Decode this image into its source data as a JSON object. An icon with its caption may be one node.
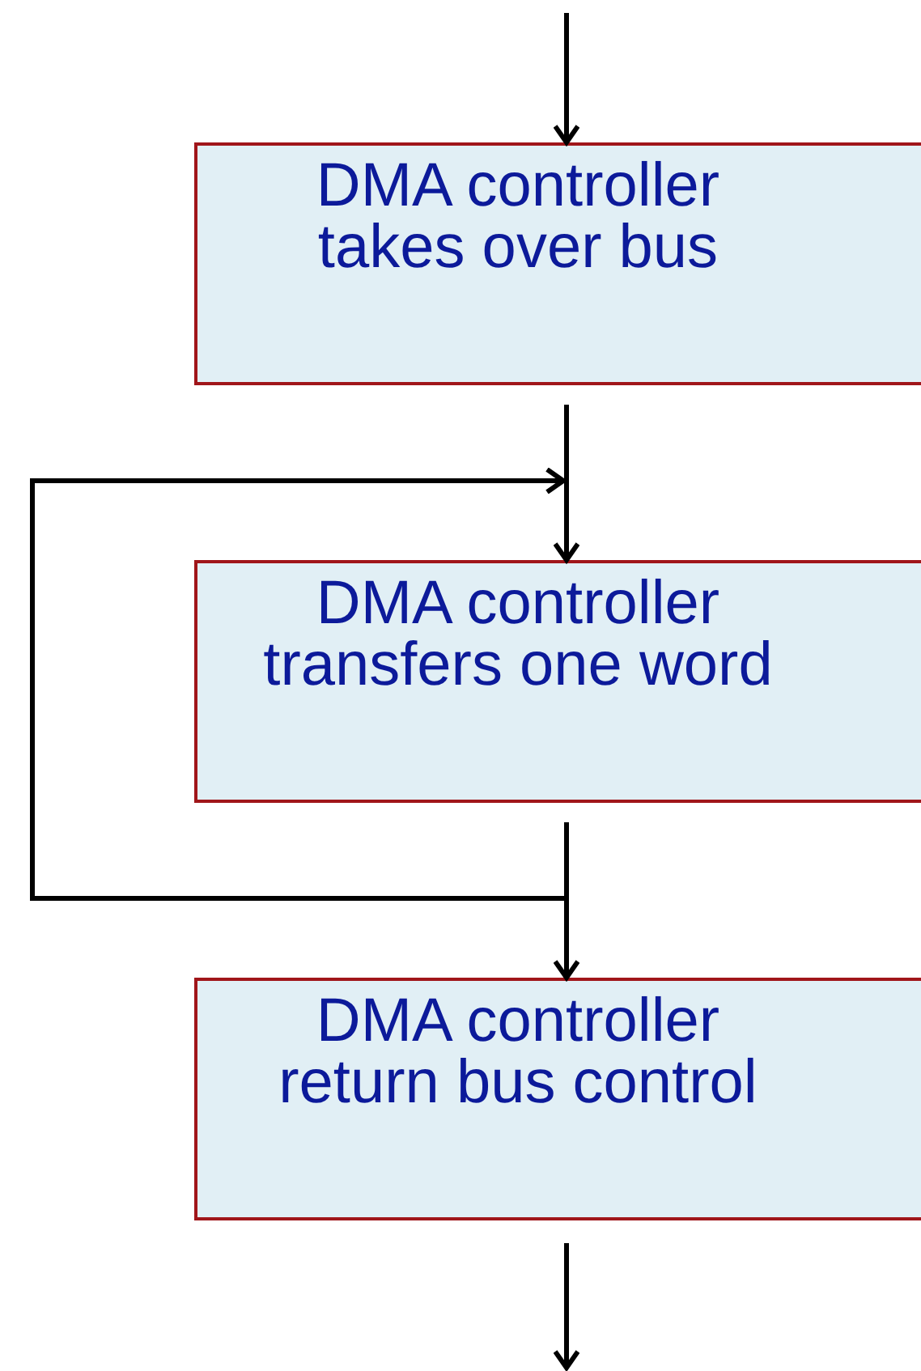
{
  "diagram": {
    "nodes": [
      {
        "text": [
          "DMA controller takes over bus"
        ]
      },
      {
        "text": [
          "DMA controller transfers one word"
        ]
      },
      {
        "text": [
          "DMA controller return bus control"
        ]
      }
    ],
    "edges": [
      {
        "from": null,
        "to": 0,
        "arrow": "to"
      },
      {
        "from": 0,
        "to": 1,
        "arrow": "to"
      },
      {
        "from": 1,
        "to": 2,
        "arrow": "to"
      },
      {
        "from": 1,
        "to": 1,
        "arrow": "to"
      },
      {
        "from": 2,
        "to": null,
        "arrow": "to"
      }
    ]
  }
}
